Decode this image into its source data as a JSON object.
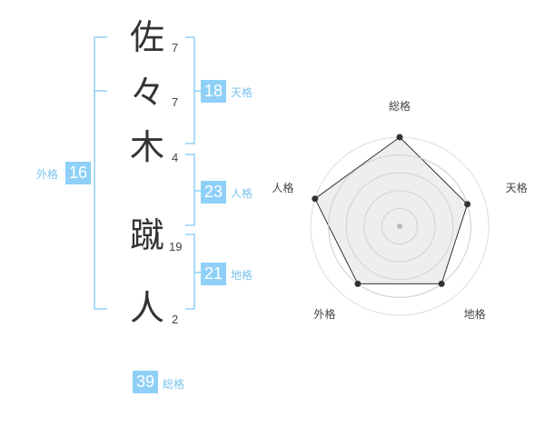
{
  "name_chars": [
    {
      "char": "佐",
      "strokes": "7"
    },
    {
      "char": "々",
      "strokes": "7"
    },
    {
      "char": "木",
      "strokes": "4"
    },
    {
      "char": "蹴",
      "strokes": "19"
    },
    {
      "char": "人",
      "strokes": "2"
    }
  ],
  "fortunes": {
    "tenkaku": {
      "value": "18",
      "label": "天格"
    },
    "jinkaku": {
      "value": "23",
      "label": "人格"
    },
    "chikaku": {
      "value": "21",
      "label": "地格"
    },
    "gaikaku": {
      "value": "16",
      "label": "外格"
    },
    "soukaku": {
      "value": "39",
      "label": "総格"
    }
  },
  "radar": {
    "axes": [
      "総格",
      "天格",
      "地格",
      "外格",
      "人格"
    ],
    "scores": [
      5,
      4,
      4,
      4,
      5
    ],
    "max": 5,
    "colors": {
      "ring": "#dddddd",
      "fill": "#e8e8e8",
      "line": "#333333",
      "dot": "#333333",
      "center": "#bbbbbb"
    }
  },
  "colors": {
    "accent": "#8fd0f8",
    "bracket": "#8fd0f8",
    "label": "#7cc3ee"
  }
}
